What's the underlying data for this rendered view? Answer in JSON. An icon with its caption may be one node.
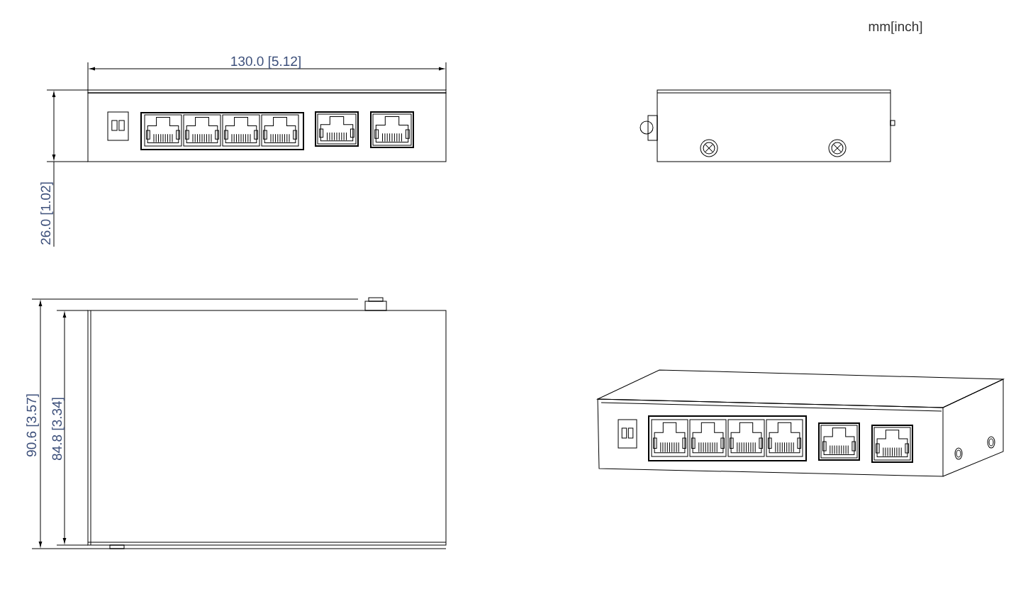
{
  "diagram": {
    "labels": [
      "mm[inch]",
      "130.0 [5.12]",
      "26.0 [1.02]",
      "90.6 [3.57]",
      "84.8 [3.34]"
    ]
  }
}
